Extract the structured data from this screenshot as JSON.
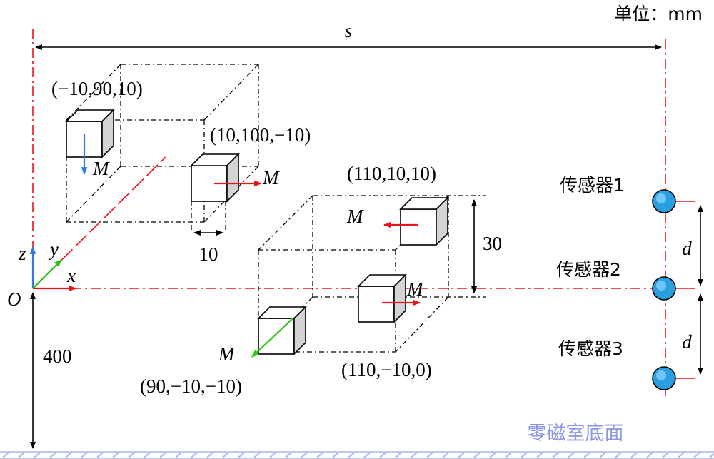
{
  "unit_label": "单位：mm",
  "colors": {
    "red": "#e8141c",
    "blue": "#2f7ae0",
    "green": "#2ec417",
    "sensor_fill": "#2a9fe0",
    "floor_text": "#8a96e6",
    "floor_line": "#aab6ee"
  },
  "dimensions": {
    "s": "s",
    "height_400": "400",
    "width_10": "10",
    "height_30": "30",
    "d1": "d",
    "d2": "d"
  },
  "axes": {
    "origin": "O",
    "x": "x",
    "y": "y",
    "z": "z"
  },
  "magnets": [
    {
      "coord": "(−10,90,10)",
      "moment": "M",
      "direction": "down-blue"
    },
    {
      "coord": "(10,100,−10)",
      "moment": "M",
      "direction": "right-red"
    },
    {
      "coord": "(110,10,10)",
      "moment": "M",
      "direction": "left-red"
    },
    {
      "coord": "(110,−10,0)",
      "moment": "M",
      "direction": "right-red"
    },
    {
      "coord": "(90,−10,−10)",
      "moment": "M",
      "direction": "down-left-green"
    }
  ],
  "sensors": [
    {
      "label": "传感器1"
    },
    {
      "label": "传感器2"
    },
    {
      "label": "传感器3"
    }
  ],
  "floor_label": "零磁室底面"
}
